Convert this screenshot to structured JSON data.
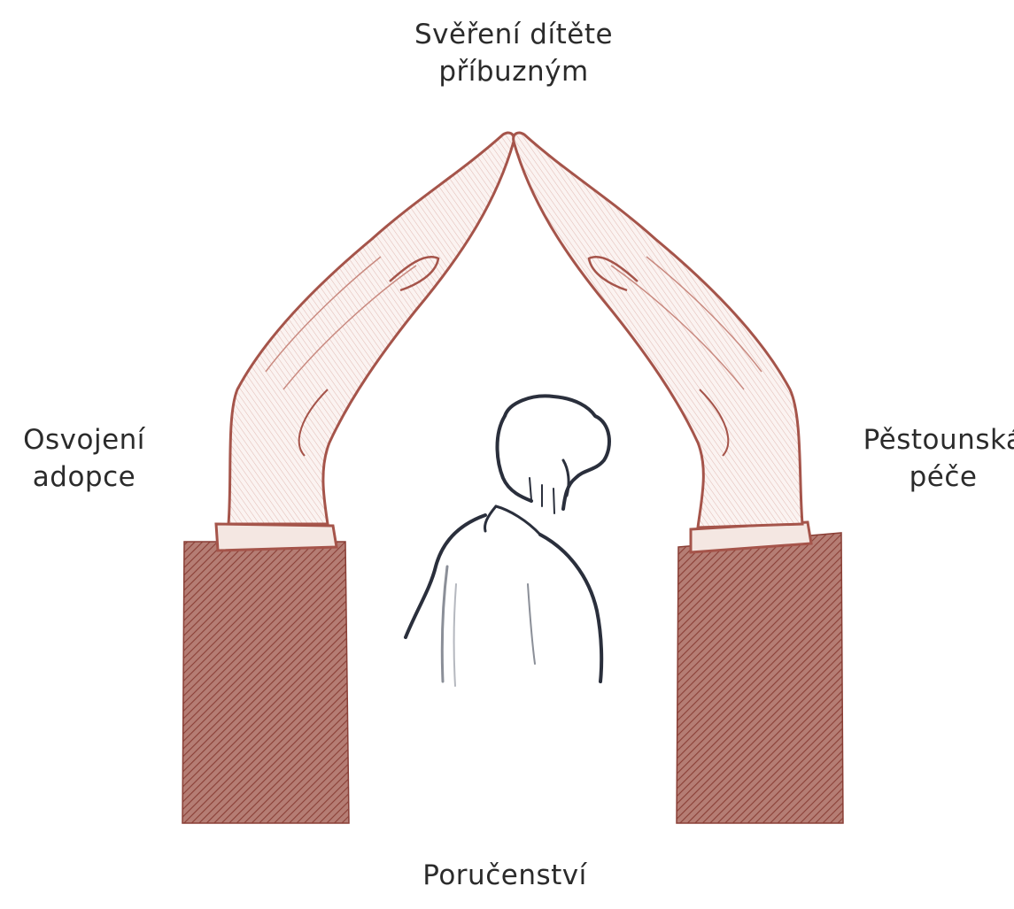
{
  "labels": {
    "top": [
      "Svěření dítěte",
      "příbuzným"
    ],
    "left": [
      "Osvojení",
      "adopce"
    ],
    "right": [
      "Pěstounská",
      "péče"
    ],
    "bottom": "Poručenství"
  },
  "illustration": {
    "subject": "two hands forming a roof over a child",
    "colors": {
      "hands": "#a5544a",
      "sleeve": "#9e5a50",
      "cuff": "#f4e7e2",
      "child_outline": "#2a2f3c"
    }
  }
}
